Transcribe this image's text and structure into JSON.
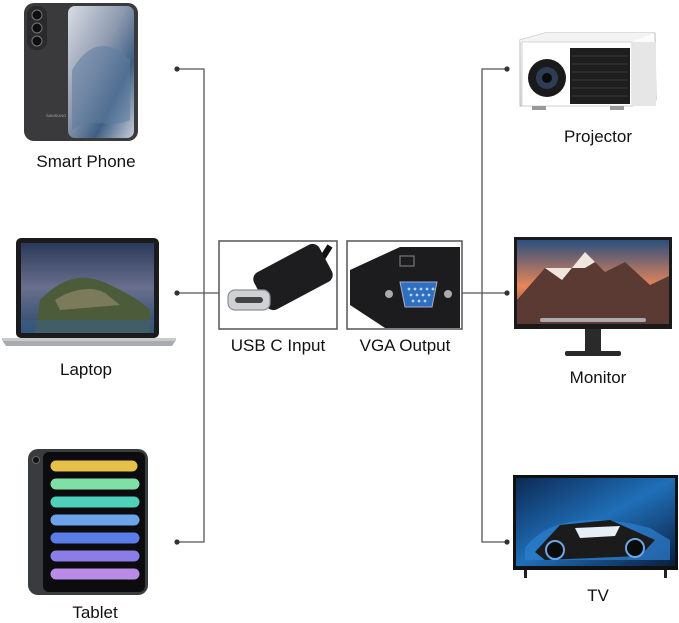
{
  "inputs": {
    "phone_label": "Smart Phone",
    "laptop_label": "Laptop",
    "tablet_label": "Tablet"
  },
  "adapter": {
    "input_label": "USB C Input",
    "output_label": "VGA Output"
  },
  "outputs": {
    "projector_label": "Projector",
    "monitor_label": "Monitor",
    "tv_label": "TV"
  },
  "phone_brand": "SAMSUNG"
}
